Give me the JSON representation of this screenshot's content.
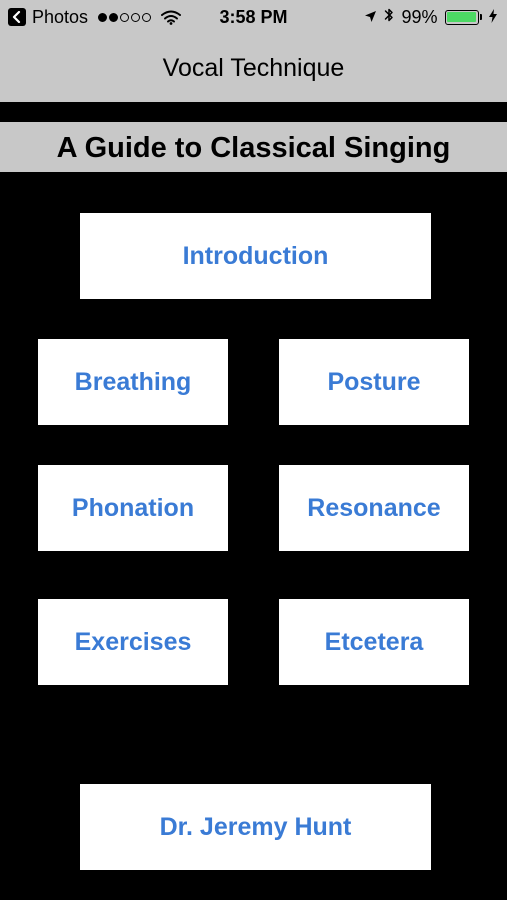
{
  "status_bar": {
    "back_app": "Photos",
    "time": "3:58 PM",
    "battery_percent": "99%",
    "battery_level": 0.99,
    "signal_bars_filled": 2,
    "signal_bars_total": 5,
    "battery_color": "#4cd964"
  },
  "nav": {
    "title": "Vocal Technique"
  },
  "subtitle": "A Guide to Classical Singing",
  "buttons": {
    "introduction": "Introduction",
    "breathing": "Breathing",
    "posture": "Posture",
    "phonation": "Phonation",
    "resonance": "Resonance",
    "exercises": "Exercises",
    "etcetera": "Etcetera",
    "author": "Dr. Jeremy Hunt"
  },
  "colors": {
    "button_text": "#3a7bd5",
    "bar_background": "#c8c8c8",
    "page_background": "#000000"
  }
}
